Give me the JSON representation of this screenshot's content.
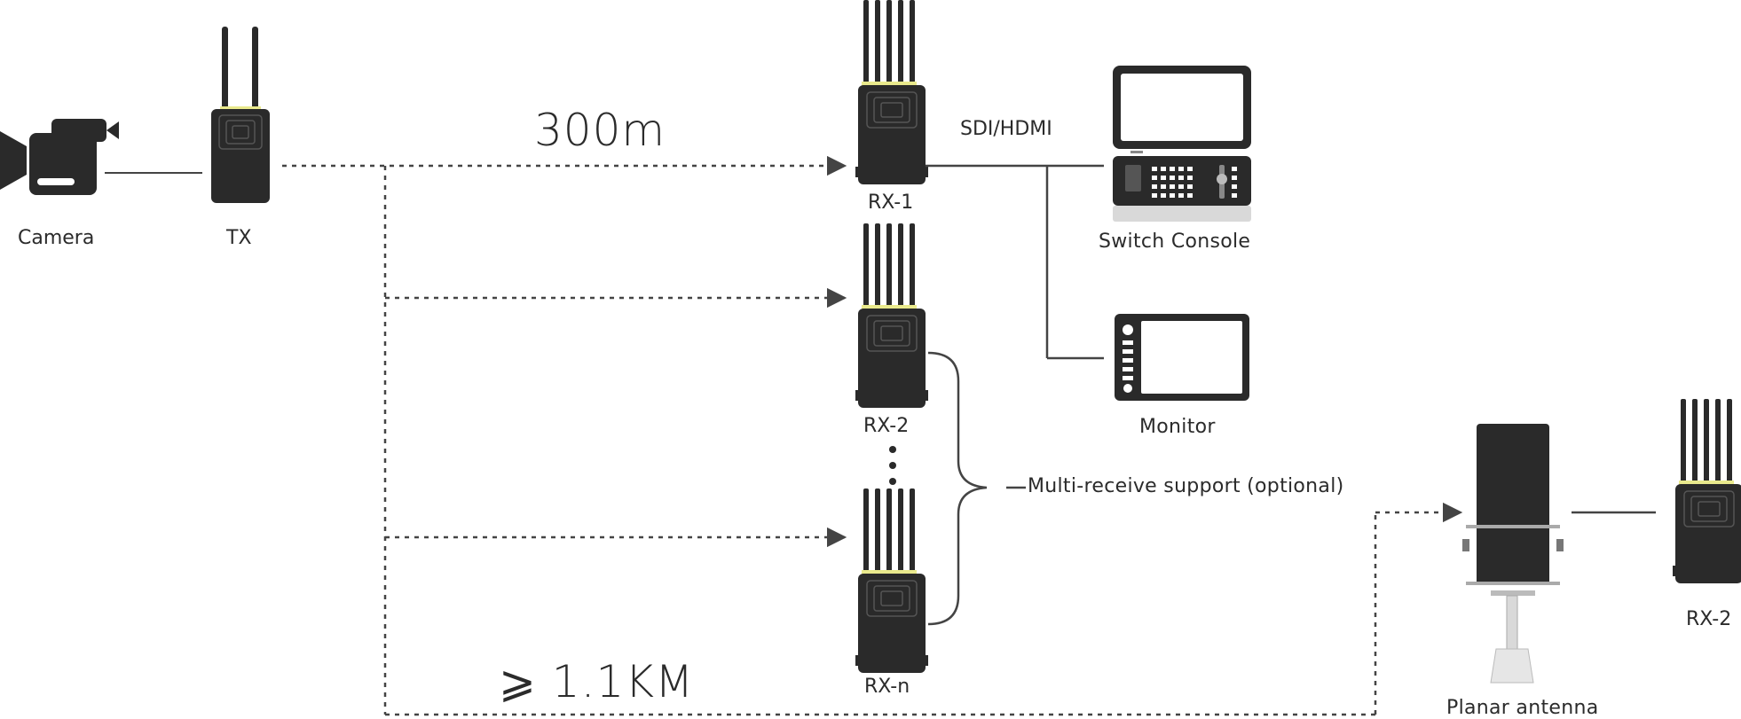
{
  "nodes": {
    "camera": "Camera",
    "tx": "TX",
    "rx1": "RX-1",
    "rx2": "RX-2",
    "rxn": "RX-n",
    "switch_console": "Switch Console",
    "monitor": "Monitor",
    "planar_antenna": "Planar antenna",
    "rx2_remote": "RX-2"
  },
  "links": {
    "short_range": "300m",
    "long_range": "⩾ 1.1KM",
    "sdi_hdmi": "SDI/HDMI",
    "multi_receive": "Multi-receive support (optional)"
  },
  "colors": {
    "device": "#2a2a2a",
    "device_detail": "#555555",
    "accent_band": "#e9e98c",
    "line": "#444444",
    "antenna_panel": "#2a2a2a",
    "light_panel": "#d9d9d9"
  },
  "icons": [
    "video-camera-icon",
    "transmitter-icon",
    "receiver-icon",
    "switcher-console-icon",
    "monitor-icon",
    "planar-antenna-icon"
  ]
}
